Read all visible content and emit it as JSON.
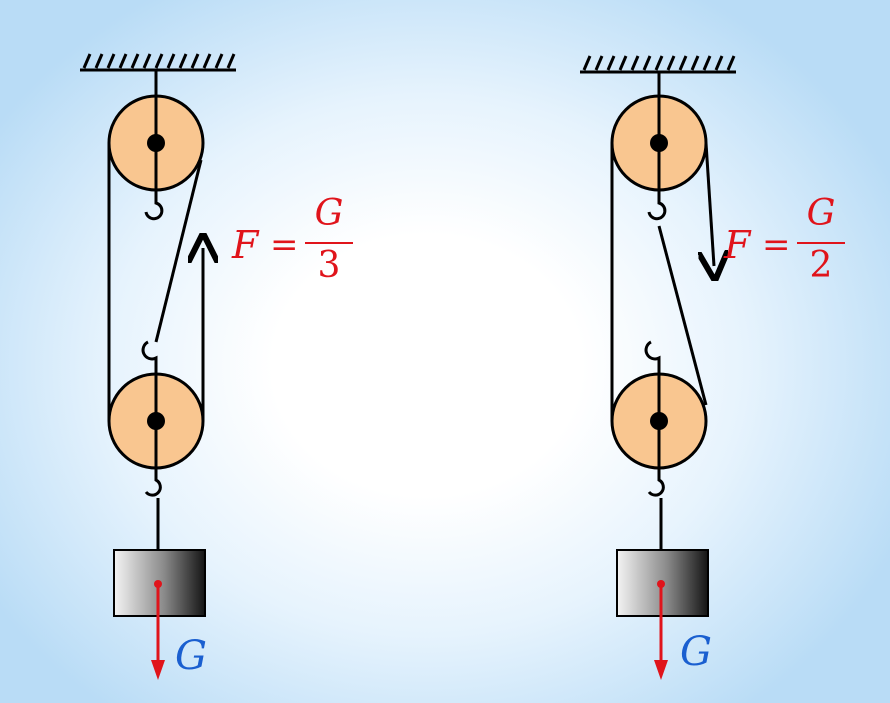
{
  "left_system": {
    "force_label": {
      "symbol": "F",
      "equals": "=",
      "numerator": "G",
      "denominator": "3"
    },
    "weight_label": "G"
  },
  "right_system": {
    "force_label": {
      "symbol": "F",
      "equals": "=",
      "numerator": "G",
      "denominator": "2"
    },
    "weight_label": "G"
  },
  "colors": {
    "pulley_fill": "#f9c690",
    "rope": "#000000",
    "force_text": "#e0141b",
    "weight_arrow": "#e0141b",
    "weight_text": "#1a5fd0"
  }
}
